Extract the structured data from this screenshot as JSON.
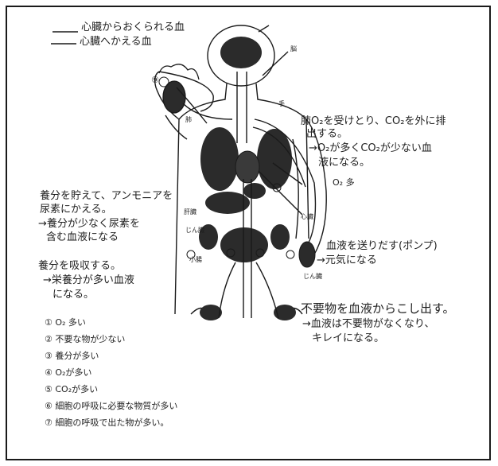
{
  "legend": {
    "line1": "心臓からおくられる血",
    "line2": "心臓へかえる血"
  },
  "organs": {
    "brain": "脳",
    "lungs": "肺",
    "heart": "心臓",
    "liver": "肝臓",
    "kidney_left": "じん臓",
    "kidney_right": "じん臓",
    "small_intestine": "小腸"
  },
  "annotations": {
    "hand": "手",
    "lung_1": "肺O₂を受けとり、CO₂を外に排",
    "lung_2": "出する。",
    "lung_3": "→O₂が多くCO₂が少ない血",
    "lung_4": "液になる。",
    "o2_many": "O₂ 多",
    "liver_1": "養分を貯えて、アンモニアを",
    "liver_2": "尿素にかえる。",
    "liver_3": "→養分が少なく尿素を",
    "liver_4": "含む血液になる",
    "intestine_1": "養分を吸収する。",
    "intestine_2": "→栄養分が多い血液",
    "intestine_3": "になる。",
    "heart_1": "血液を送りだす(ポンプ)",
    "heart_2": "→元気になる",
    "kidney_1": "不要物を血液からこし出す。",
    "kidney_2": "→血液は不要物がなくなり、",
    "kidney_3": "キレイになる。"
  },
  "marker_9": "⑨",
  "list": [
    "① O₂ 多い",
    "② 不要な物が少ない",
    "③ 養分が多い",
    "④ O₂が多い",
    "⑤ CO₂が多い",
    "⑥ 細胞の呼吸に必要な物質が多い",
    "⑦ 細胞の呼吸で出た物が多い。"
  ],
  "colors": {
    "ink": "#1a1a1a",
    "organ_fill": "#2b2b2b"
  }
}
